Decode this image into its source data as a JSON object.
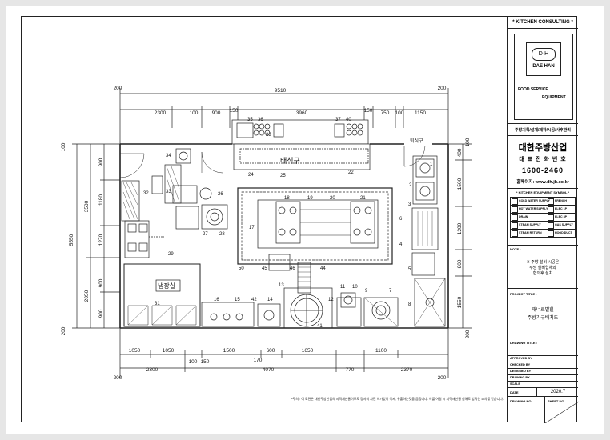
{
  "plan": {
    "dims_top": {
      "total": "9510",
      "left_edge": "200",
      "right_edge": "200",
      "segments": [
        "2300",
        "100",
        "900",
        "150",
        "3960",
        "150",
        "750",
        "100",
        "1150"
      ]
    },
    "dims_bottom": {
      "left_edge": "200",
      "right_edge": "200",
      "row1": [
        "1050",
        "1050",
        "100",
        "150",
        "1500",
        "600",
        "1650",
        "1100"
      ],
      "row2": [
        "2300",
        "4070",
        "770",
        "2370"
      ],
      "small": "170"
    },
    "dims_left": {
      "total": "5550",
      "top_edge": "100",
      "bottom_edge": "200",
      "seg_a": [
        "900",
        "1180",
        "1270",
        "900",
        "900"
      ],
      "seg_b": [
        "3500",
        "2050"
      ]
    },
    "dims_right": {
      "top": "100",
      "bottom": "200",
      "segments": [
        "400",
        "1500",
        "1200",
        "900",
        "1550"
      ]
    },
    "labels": {
      "serving_area": "배식구",
      "fridge": "냉장실",
      "entrance": "퇴식구",
      "numbers": [
        "1",
        "2",
        "3",
        "4",
        "5",
        "6",
        "7",
        "8",
        "9",
        "10",
        "11",
        "12",
        "13",
        "14",
        "15",
        "16",
        "17",
        "18",
        "19",
        "20",
        "21",
        "22",
        "23",
        "24",
        "25",
        "26",
        "27",
        "28",
        "29",
        "31",
        "32",
        "33",
        "34",
        "35",
        "36",
        "37",
        "40",
        "41",
        "42",
        "44",
        "45",
        "46",
        "50"
      ]
    },
    "note_text": "*주의 : 이 도면은 대한주방산업의 지적재산물이므로 당사의 사전 허가없이 복제, 유출하는것을 금합니다. 이를 어길 시 지적재산권 침해로 법적인 조치를 받습니다."
  },
  "title_block": {
    "header": "* KITCHEN CONSULTING *",
    "logo_mark": "D·H",
    "logo_name": "DAE HAN",
    "logo_sub1": "FOOD SERVICE",
    "logo_sub2": "EQUIPMENT",
    "services": "주방기획/설계/제작/시공/사후관리",
    "company": "대한주방산업",
    "phone_label": "대 표 전 화 번 호",
    "phone": "1600-2460",
    "website": "홈페이지: www.dh.jb.co.kr",
    "legend_title": "* KITCHEN EQUIPMENT SYMBOL *",
    "legend": [
      [
        "COLD WATER SUPPLY",
        "FRENCH"
      ],
      [
        "HOT WATER SUPPLY",
        "ELEC 1P"
      ],
      [
        "DRAIN",
        "ELEC 3P"
      ],
      [
        "STEAM SUPPLY",
        "GAS SUPPLY"
      ],
      [
        "STEAM RETURN",
        "HOOD DUCT"
      ]
    ],
    "note_label": "NOTE :",
    "note_body": [
      "※ 주방 설비 시공은",
      "주방 설비업체와",
      "협의후 설치"
    ],
    "project_label": "PROJECT TITLE :",
    "project_title": [
      "재너르빌힐",
      "주방기구배치도"
    ],
    "drawing_label": "DRAWING TITLE :",
    "fields": [
      "APPROVED BY",
      "CHECKED BY",
      "DESIGNED BY",
      "DRAWING BY",
      "SCALE"
    ],
    "date_label": "DATE",
    "date": "2020.7",
    "drawing_no": "DRAWING NO.",
    "sheet_no": "SHEET NO."
  }
}
